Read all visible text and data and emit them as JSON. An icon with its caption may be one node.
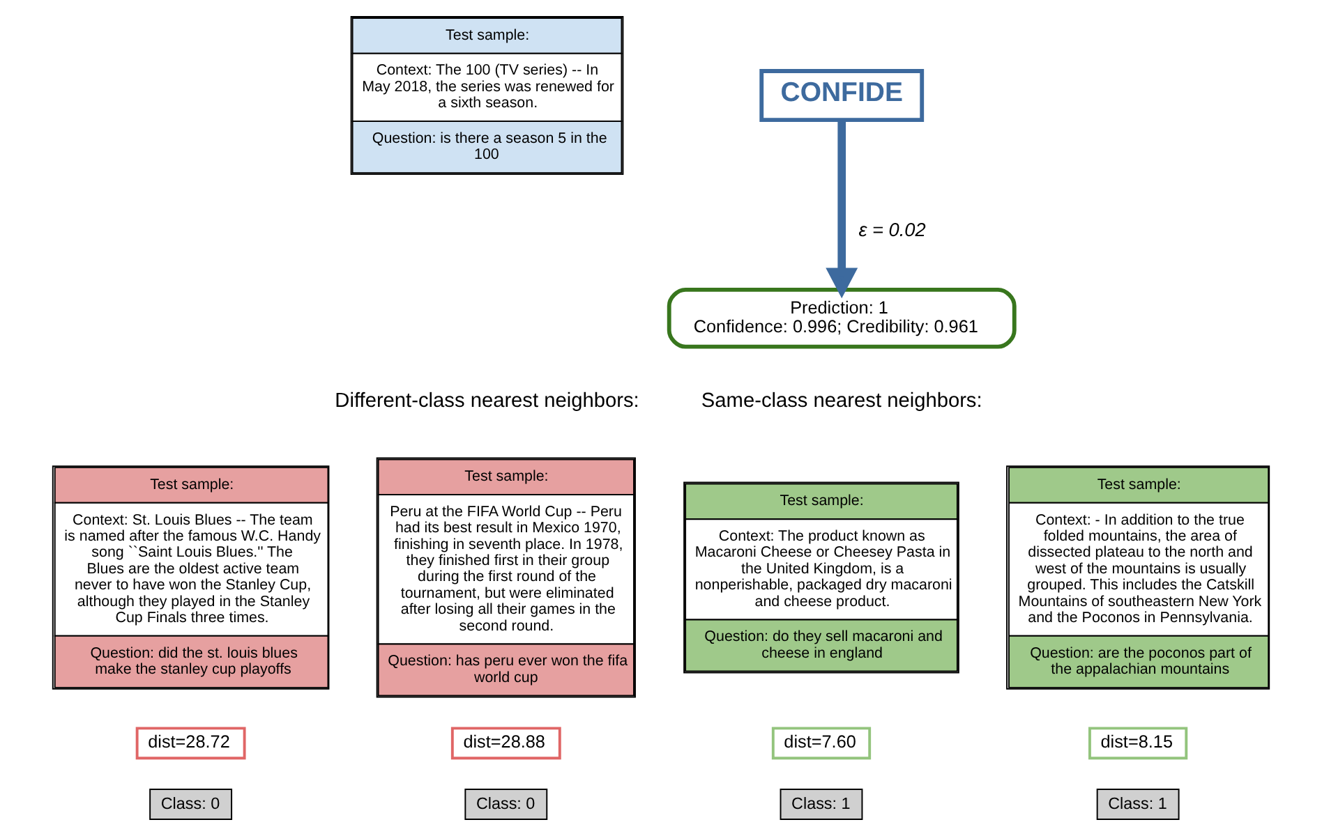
{
  "diagram": {
    "nodes": [
      {
        "text": [
          "Test sample:",
          "Context: The 100 (TV series) -- In May 2018, the series was renewed for a sixth season.",
          "Question: is there a season 5 in the 100"
        ]
      },
      {
        "text": [
          "CONFIDE"
        ]
      },
      {
        "text": [
          "Prediction: 1",
          "Confidence: 0.996; Credibility: 0.961"
        ]
      },
      {
        "text": [
          "Test sample:",
          "Context: St. Louis Blues -- The team is named after the famous W.C. Handy song ``Saint Louis Blues.'' The Blues are the oldest active team never to have won the Stanley Cup, although they played in the Stanley Cup Finals three times.",
          "Question: did the st. louis blues make the stanley cup playoffs"
        ]
      },
      {
        "text": [
          "Test sample:",
          "Peru at the FIFA World Cup -- Peru had its best result in Mexico 1970, finishing in seventh place. In 1978, they finished first in their group during the first round of the tournament, but were eliminated after losing all their games in the second round.",
          "Question: has peru ever won the fifa world cup"
        ]
      },
      {
        "text": [
          "Test sample:",
          "Context: The product known as Macaroni Cheese or Cheesey Pasta in the United Kingdom, is a nonperishable, packaged dry macaroni and cheese product.",
          "Question: do they sell macaroni and cheese in england"
        ]
      },
      {
        "text": [
          "Test sample:",
          "Context: - In addition to the true folded mountains, the area of dissected plateau to the north and west of the mountains is usually grouped. This includes the Catskill Mountains of southeastern New York and the Poconos in Pennsylvania.",
          "Question: are the poconos part of the appalachian mountains"
        ]
      },
      {
        "text": [
          "dist=28.72"
        ]
      },
      {
        "text": [
          "dist=28.88"
        ]
      },
      {
        "text": [
          "dist=7.60"
        ]
      },
      {
        "text": [
          "dist=8.15"
        ]
      },
      {
        "text": [
          "Class: 0"
        ]
      },
      {
        "text": [
          "Class: 0"
        ]
      },
      {
        "text": [
          "Class: 1"
        ]
      },
      {
        "text": [
          "Class: 1"
        ]
      }
    ],
    "edges": [
      {
        "from": 1,
        "to": 2,
        "arrow": "to",
        "label": "ε = 0.02"
      }
    ],
    "labels": [
      "Different-class nearest neighbors:",
      "Same-class nearest neighbors:"
    ]
  }
}
